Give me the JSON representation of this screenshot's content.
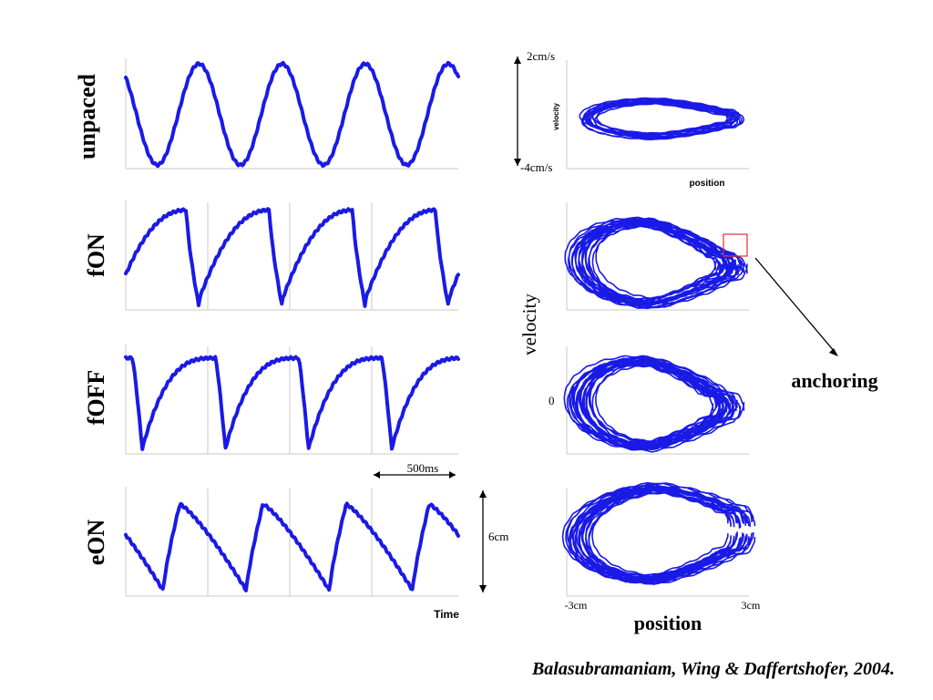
{
  "chart_data": {
    "type": "line",
    "panels_time": [
      {
        "label": "unpaced",
        "shape": "sine"
      },
      {
        "label": "fON",
        "shape": "sawtooth-rise"
      },
      {
        "label": "fOFF",
        "shape": "sawtooth-drop"
      },
      {
        "label": "eON",
        "shape": "sawtooth-fall"
      }
    ],
    "xlabel_time": "Time",
    "scale_time": "500ms",
    "scale_position": "6cm",
    "phase_plots": {
      "velocity_top": "2cm/s",
      "velocity_bottom": "-4cm/s",
      "mini_ylabel": "velocity",
      "mini_xlabel": "position",
      "ylabel": "velocity",
      "xlabel": "position",
      "zero_label": "0",
      "x_min_label": "-3cm",
      "x_max_label": "3cm",
      "annotation": "anchoring",
      "annotation_color": "#e03030"
    },
    "citation": "Balasubramaniam, Wing & Daffertshofer, 2004.",
    "series_color": "#1a1ae6"
  }
}
